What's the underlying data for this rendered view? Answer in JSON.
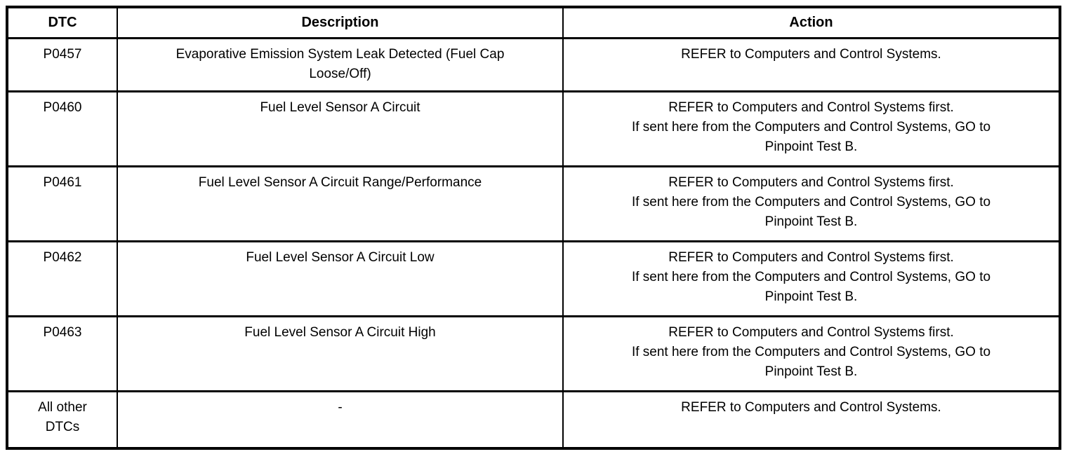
{
  "table": {
    "title": "dtc-index-table",
    "headers": {
      "dtc": "DTC",
      "description": "Description",
      "action": "Action"
    },
    "rows": [
      {
        "dtc": "P0457",
        "description": "Evaporative Emission System Leak Detected (Fuel Cap\nLoose/Off)",
        "action": "REFER to Computers and Control Systems."
      },
      {
        "dtc": "P0460",
        "description": "Fuel Level Sensor A Circuit",
        "action": "REFER to Computers and Control Systems first.\nIf sent here from the Computers and Control Systems, GO to\nPinpoint Test B."
      },
      {
        "dtc": "P0461",
        "description": "Fuel Level Sensor A Circuit Range/Performance",
        "action": "REFER to Computers and Control Systems first.\nIf sent here from the Computers and Control Systems, GO to\nPinpoint Test B."
      },
      {
        "dtc": "P0462",
        "description": "Fuel Level Sensor A Circuit Low",
        "action": "REFER to Computers and Control Systems first.\nIf sent here from the Computers and Control Systems, GO to\nPinpoint Test B."
      },
      {
        "dtc": "P0463",
        "description": "Fuel Level Sensor A Circuit High",
        "action": "REFER to Computers and Control Systems first.\nIf sent here from the Computers and Control Systems, GO to\nPinpoint Test B."
      },
      {
        "dtc": "All other\nDTCs",
        "description": "-",
        "action": "REFER to Computers and Control Systems."
      }
    ],
    "colors": {
      "border": "#000000",
      "background": "#ffffff",
      "text": "#000000"
    }
  }
}
